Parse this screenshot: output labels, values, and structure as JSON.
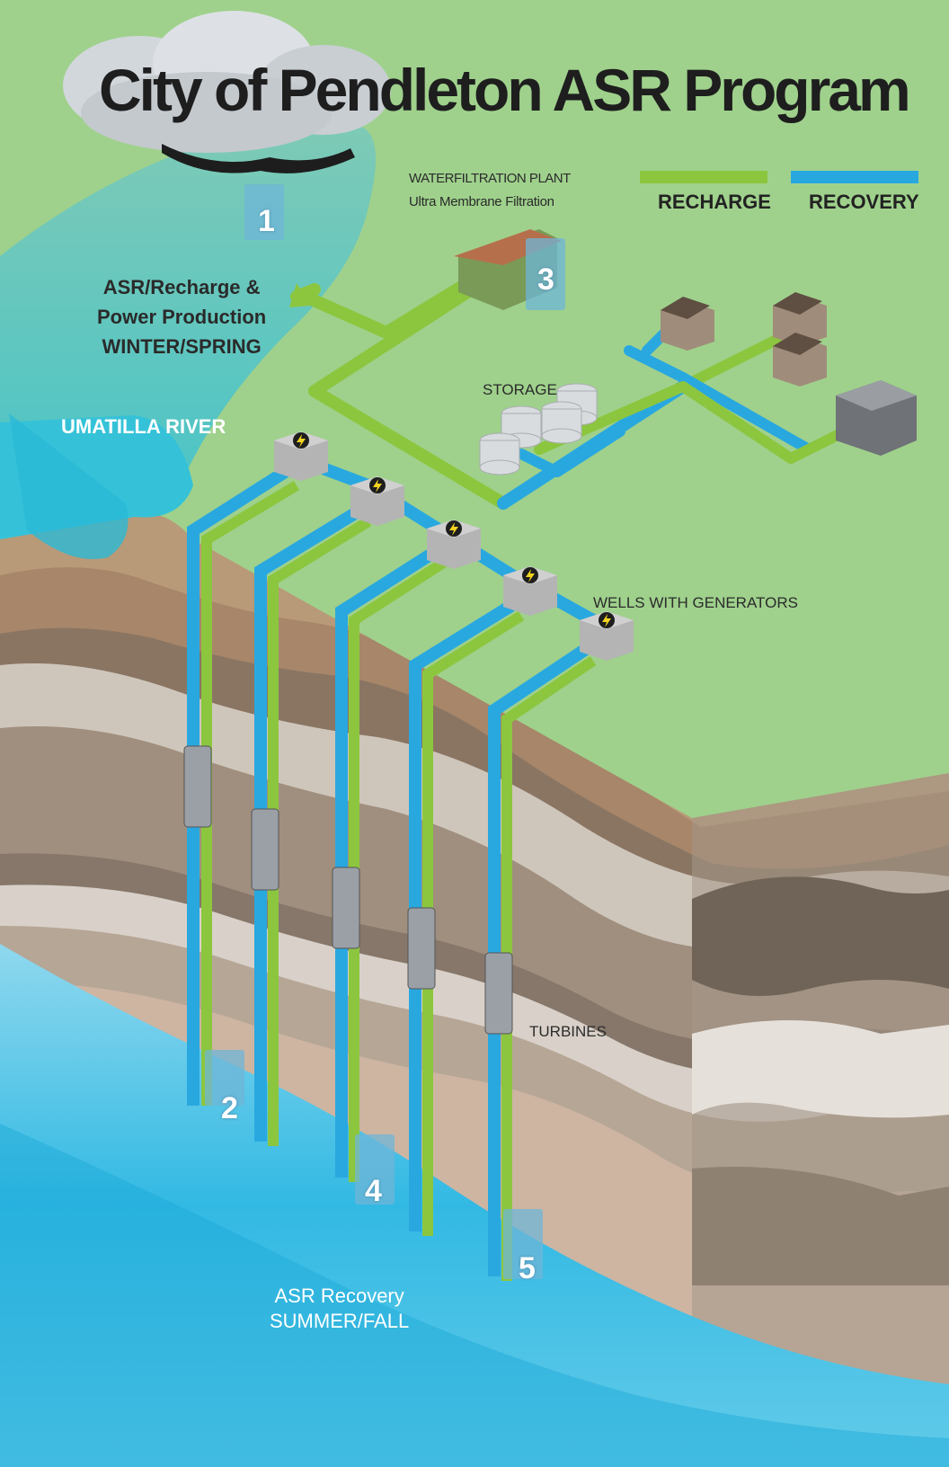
{
  "title": "City of Pendleton ASR Program",
  "plant": {
    "line1": "WATERFILTRATION PLANT",
    "line2": "Ultra Membrane Filtration"
  },
  "legend": {
    "recharge": "RECHARGE",
    "recovery": "RECOVERY",
    "recharge_color": "#8cc63f",
    "recovery_color": "#29a8e0"
  },
  "labels": {
    "winter_1": "ASR/Recharge &",
    "winter_2": "Power  Production",
    "winter_3": "WINTER/SPRING",
    "river": "UMATILLA RIVER",
    "storage": "STORAGE",
    "wells": "WELLS WITH GENERATORS",
    "turbines": "TURBINES",
    "summer_1": "ASR Recovery",
    "summer_2": "SUMMER/FALL"
  },
  "steps": [
    "1",
    "2",
    "3",
    "4",
    "5"
  ],
  "icons": {
    "generator": "lightning-bolt-icon",
    "water": "water-drop-icon"
  }
}
